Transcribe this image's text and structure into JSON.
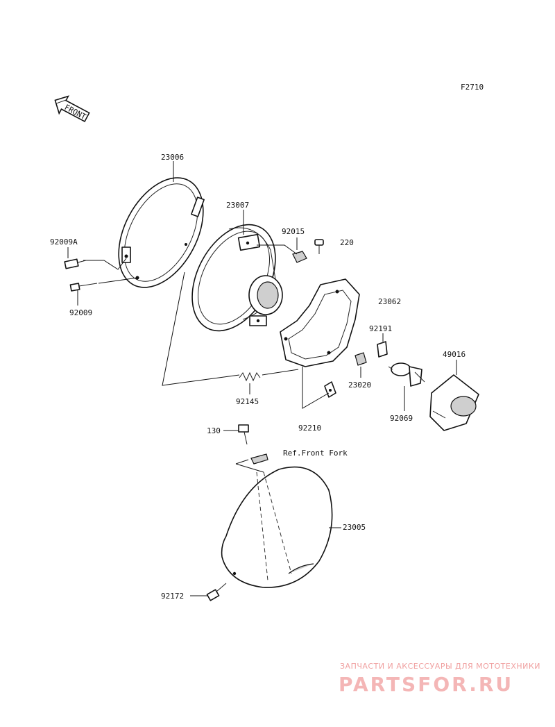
{
  "diagram_code": "F2710",
  "front_marker": "FRONT",
  "reference_note": "Ref.Front Fork",
  "parts": {
    "p23006": "23006",
    "p23007": "23007",
    "p92015": "92015",
    "p220": "220",
    "p92009A": "92009A",
    "p92009": "92009",
    "p23062": "23062",
    "p92191": "92191",
    "p49016": "49016",
    "p23020": "23020",
    "p92145": "92145",
    "p92210": "92210",
    "p92069": "92069",
    "p130": "130",
    "p23005": "23005",
    "p92172": "92172"
  },
  "watermark": {
    "tagline": "ЗАПЧАСТИ И АКСЕССУАРЫ ДЛЯ МОТОТЕХНИКИ",
    "brand": "PARTSFOR.RU"
  }
}
